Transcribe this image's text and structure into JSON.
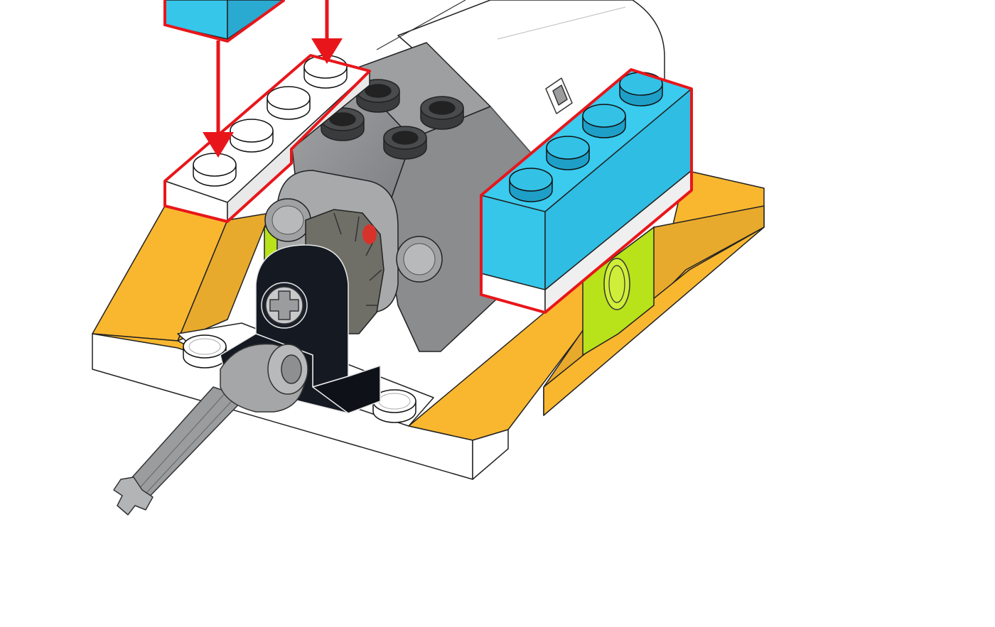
{
  "diagram": {
    "kind": "building-instruction-step",
    "description_visible_text": "",
    "parts": [
      {
        "name": "yellow-wedge-base",
        "color": "#f9b730"
      },
      {
        "name": "white-base-plate",
        "color": "#ffffff"
      },
      {
        "name": "lime-technic-brick",
        "color": "#b8e21a"
      },
      {
        "name": "grey-motor",
        "color": "#8a8c8e"
      },
      {
        "name": "white-motor-body",
        "color": "#ffffff"
      },
      {
        "name": "black-technic-holder",
        "color": "#151a22"
      },
      {
        "name": "dark-grey-gear",
        "color": "#6f6f68"
      },
      {
        "name": "grey-axle",
        "color": "#9a9c9e"
      },
      {
        "name": "blue-brick",
        "color": "#35c6ea"
      },
      {
        "name": "white-plate",
        "color": "#ffffff"
      }
    ],
    "highlight_color": "#e8161b",
    "arrow_color": "#e8161b",
    "arrow_count": 2
  }
}
